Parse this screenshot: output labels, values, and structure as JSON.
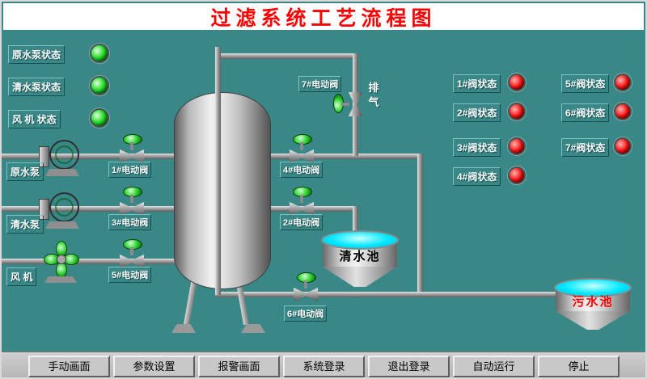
{
  "window": {
    "title": "过滤系统工艺流程图"
  },
  "status_panel": {
    "items": [
      {
        "label": "原水泵状态",
        "state": "on-green"
      },
      {
        "label": "清水泵状态",
        "state": "on-green"
      },
      {
        "label": "风 机 状态",
        "state": "on-green"
      }
    ]
  },
  "equipment": {
    "raw_pump": "原水泵",
    "clean_pump": "清水泵",
    "fan": "风 机"
  },
  "valves": {
    "v1": "1#电动阀",
    "v2": "2#电动阀",
    "v3": "3#电动阀",
    "v4": "4#电动阀",
    "v5": "5#电动阀",
    "v6": "6#电动阀",
    "v7": "7#电动阀",
    "exhaust": "排气"
  },
  "pools": {
    "clean": "清水池",
    "waste": "污水池"
  },
  "valve_status": {
    "left": [
      {
        "label": "1#阀状态",
        "state": "red"
      },
      {
        "label": "2#阀状态",
        "state": "red"
      },
      {
        "label": "3#阀状态",
        "state": "red"
      },
      {
        "label": "4#阀状态",
        "state": "red"
      }
    ],
    "right": [
      {
        "label": "5#阀状态",
        "state": "red"
      },
      {
        "label": "6#阀状态",
        "state": "red"
      },
      {
        "label": "7#阀状态",
        "state": "red"
      }
    ]
  },
  "toolbar": {
    "buttons": [
      "手动画面",
      "参数设置",
      "报警画面",
      "系统登录",
      "退出登录",
      "自动运行",
      "停止"
    ]
  },
  "colors": {
    "background": "#3A8787",
    "title_text": "#FF0000",
    "led_green": "#2AE02A",
    "led_red": "#FF1212",
    "water": "#00E8FF"
  }
}
